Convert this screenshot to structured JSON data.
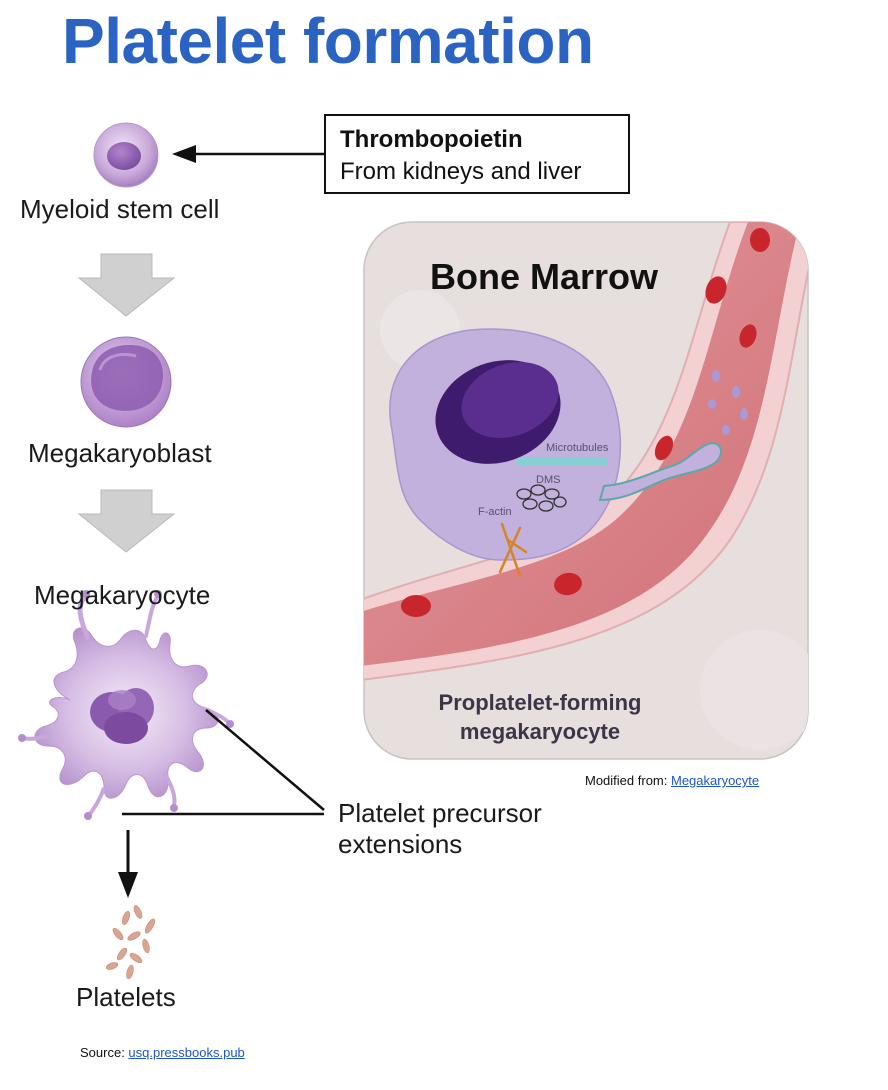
{
  "title": "Platelet formation",
  "stages": {
    "myeloid": "Myeloid stem cell",
    "megakaryoblast": "Megakaryoblast",
    "megakaryocyte": "Megakaryocyte",
    "platelets": "Platelets"
  },
  "thrombopoietin": {
    "title": "Thrombopoietin",
    "subtitle": "From kidneys and liver"
  },
  "extensions_label": [
    "Platelet precursor",
    "extensions"
  ],
  "bone_marrow": {
    "title": "Bone Marrow",
    "microtubules": "Microtubules",
    "dms": "DMS",
    "factin": "F-actin",
    "caption": "Proplatelet-forming megakaryocyte"
  },
  "modified_from": {
    "prefix": "Modified from: ",
    "link": "Megakaryocyte"
  },
  "source": {
    "prefix": "Source: ",
    "link": "usq.pressbooks.pub"
  },
  "colors": {
    "title_blue": "#2a63c2",
    "cell_purple": "#8e5db3",
    "vessel_red": "#d67a80",
    "rbc_red": "#c8262c",
    "arrow_gray": "#cfcfcf"
  }
}
